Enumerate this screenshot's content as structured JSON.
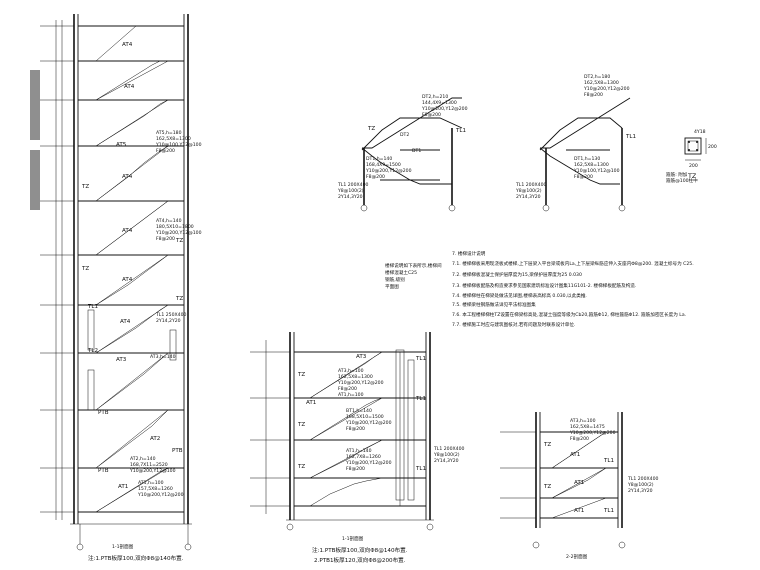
{
  "left_section": {
    "flight_labels": [
      "AT4",
      "AT4",
      "AT5",
      "AT4",
      "AT4",
      "AT4",
      "AT4",
      "AT3",
      "AT2",
      "AT1"
    ],
    "tz_labels": [
      "TZ",
      "TZ",
      "TZ",
      "TZ"
    ],
    "tl_labels": [
      "TL1",
      "TL2"
    ],
    "ptb_labels": [
      "PTB",
      "PTB",
      "PTB"
    ],
    "notes": [
      "AT5,h=180",
      "162,5X8=1300",
      "Y10@100,Y12@100",
      "F8@200",
      "AT4,h=140",
      "180,5X10=1800",
      "Y10@200,Y12@100",
      "F8@200",
      "TL1 250X400",
      "2Y14,2Y20",
      "AT3,h=140",
      "AT2,h=140",
      "168,7X11=2520",
      "Y10@200,Y12@100",
      "AT1,h=100",
      "157,5X8=1260",
      "Y10@200,Y12@200"
    ],
    "caption": "注:1.PTB板厚100,双向Φ8@140布置."
  },
  "top_detail_a": {
    "labels": [
      "DT2,h=210",
      "144,4X9=1300",
      "Y10@200,Y12@200",
      "F8@200",
      "DT1,h=140",
      "168,4X9=1500",
      "Y10@200,Y12@200",
      "F8@200",
      "DT2",
      "DT1",
      "TZ",
      "TL1",
      "TL1 200X400",
      "Y8@100(2)",
      "2Y14,3Y20"
    ]
  },
  "top_detail_b": {
    "labels": [
      "DT2,h=180",
      "162,5X8=1300",
      "Y10@200,Y12@200",
      "F8@200",
      "DT1,h=130",
      "162,5X8=1300",
      "Y10@100,Y12@100",
      "F8@200",
      "TL1",
      "TL1 200X400",
      "Y8@100(2)",
      "2Y14,3Y20"
    ]
  },
  "tz_detail": {
    "labels": [
      "4Y18",
      "200",
      "200",
      "TZ"
    ],
    "notes": [
      "箍筋: 附加",
      "箍筋@100柱中"
    ]
  },
  "general_notes": {
    "heading": "楼梯说明如下表所示,楼梯间",
    "sub": [
      "楼梯混凝土C25",
      "钢筋,级别",
      "平面图"
    ],
    "title": "7. 楼梯设计说明",
    "items": [
      "7.1. 楼梯梯板采用现浇板式楼梯,上下层梁入平台梁或板内La,上下层梁纵筋应伸入支座内Φ8@200. 混凝土标号为 C25.",
      "7.2. 楼梯梯板混凝土保护层厚度为15,梁保护层厚度为25  0.030",
      "7.3. 楼梯梯板配筋及构造要求参见国家建筑标准设计图集11G101-2. 楼梯梯板配筋及构造.",
      "7.4. 楼梯梯柱在梯梁处做法见详图,楼梯表高标高 0.030,以此类推.",
      "7.5. 楼梯梁柱钢筋做法详见平法标准图集",
      "7.6. 本工程楼梯梯柱TZ设置在梯梁标高处,混凝土强度等级为Cb20,箍筋Φ12, 梯柱箍筋Φ12. 箍筋加密区长度为 La.",
      "7.7. 楼梯施工时应与建筑图核对,若有问题及时联系设计单位."
    ]
  },
  "middle_section": {
    "labels": [
      "AT3",
      "AT3,h=100",
      "162,5X8=1300",
      "Y10@200,Y12@200",
      "F8@200",
      "AT1,h=100",
      "AT1",
      "BT1,h=140",
      "168,5X10=1500",
      "Y10@200,Y12@200",
      "F8@200",
      "AT1,h=140",
      "162,7X8=1260",
      "Y10@200,Y12@200",
      "F8@200",
      "TZ",
      "TZ",
      "TZ",
      "TL1",
      "TL1",
      "TL1",
      "TL1 200X400",
      "Y8@100(2)",
      "2Y14,3Y20"
    ],
    "section_title": "1-1剖面图",
    "caption_1": "注:1.PTB板厚100,双向Φ8@140布置.",
    "caption_2": "2.PTB1板厚120,双向Φ8@200布置."
  },
  "right_section": {
    "labels": [
      "AT3,h=100",
      "162,5X8=1475",
      "Y10@200,Y12@200",
      "F8@200",
      "AT1",
      "AT1",
      "AT1",
      "TL1",
      "TL1",
      "TZ",
      "TZ",
      "TL1 200X400",
      "Y8@100(2)",
      "2Y14,3Y20"
    ],
    "section_title": "2-2剖面图"
  },
  "left_title": "1-1剖面图"
}
